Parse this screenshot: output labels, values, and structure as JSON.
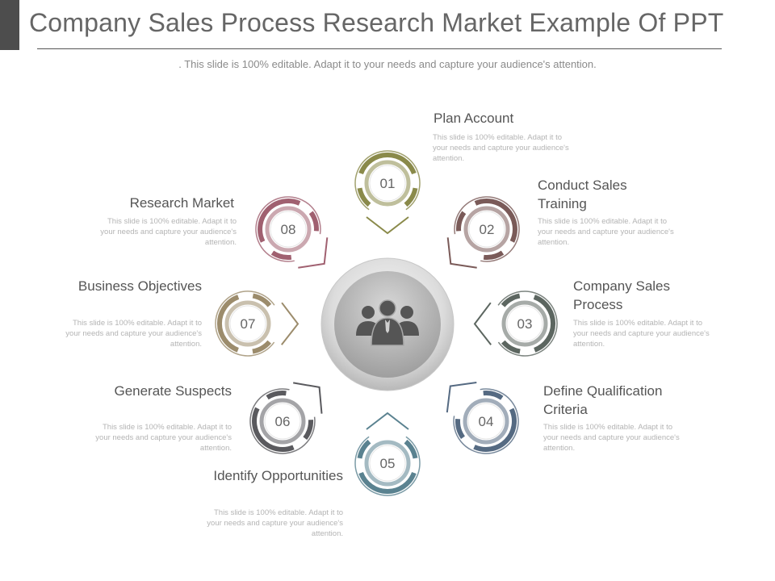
{
  "title": "Company Sales Process Research Market Example Of PPT",
  "subtitle": ". This slide is 100% editable. Adapt it to your needs and capture your audience's attention.",
  "center_icon": "people-group-icon",
  "steps": [
    {
      "num": "01",
      "title": "Plan Account",
      "desc": "This slide is 100% editable. Adapt it to your needs and capture your audience's attention.",
      "color": "#8a8a4a"
    },
    {
      "num": "02",
      "title": "Conduct Sales Training",
      "desc": "This slide is 100% editable. Adapt it to your needs and capture your audience's attention.",
      "color": "#7a5a58"
    },
    {
      "num": "03",
      "title": "Company Sales Process",
      "desc": "This slide is 100% editable. Adapt it to your needs and capture your audience's attention.",
      "color": "#5c6660"
    },
    {
      "num": "04",
      "title": "Define Qualification Criteria",
      "desc": "This slide is 100% editable. Adapt it to your needs and capture your audience's attention.",
      "color": "#556a82"
    },
    {
      "num": "05",
      "title": "Identify Opportunities",
      "desc": "This slide is 100% editable. Adapt it to your needs and capture your audience's attention.",
      "color": "#5a8290"
    },
    {
      "num": "06",
      "title": "Generate Suspects",
      "desc": "This slide is 100% editable. Adapt it to your needs and capture your audience's attention.",
      "color": "#5a5a5e"
    },
    {
      "num": "07",
      "title": "Business Objectives",
      "desc": "This slide is 100% editable. Adapt it to your needs and capture your audience's attention.",
      "color": "#9c8c6c"
    },
    {
      "num": "08",
      "title": "Research Market",
      "desc": "This slide is 100% editable. Adapt it to your needs and capture your audience's attention.",
      "color": "#a06070"
    }
  ]
}
